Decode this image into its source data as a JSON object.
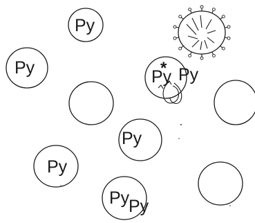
{
  "diagram": {
    "label": "Py",
    "star": "*",
    "colors": {
      "ink": "#1a1a1a",
      "background": "#ffffff"
    },
    "circles": [
      {
        "id": "top-center",
        "labels": [
          "Py"
        ]
      },
      {
        "id": "left",
        "labels": [
          "Py"
        ]
      },
      {
        "id": "middle-right",
        "labels": [
          "Py",
          "Py"
        ],
        "has_star": true,
        "has_arrows": true
      },
      {
        "id": "center-left-empty",
        "labels": []
      },
      {
        "id": "right-edge-empty",
        "labels": []
      },
      {
        "id": "center",
        "labels": [
          "Py"
        ]
      },
      {
        "id": "bottom-left",
        "labels": [
          "Py"
        ]
      },
      {
        "id": "bottom-center",
        "labels": [
          "Py",
          "Py"
        ]
      },
      {
        "id": "bottom-right-empty",
        "labels": []
      },
      {
        "id": "top-right-budding",
        "labels": [],
        "has_spikes": true
      }
    ]
  }
}
